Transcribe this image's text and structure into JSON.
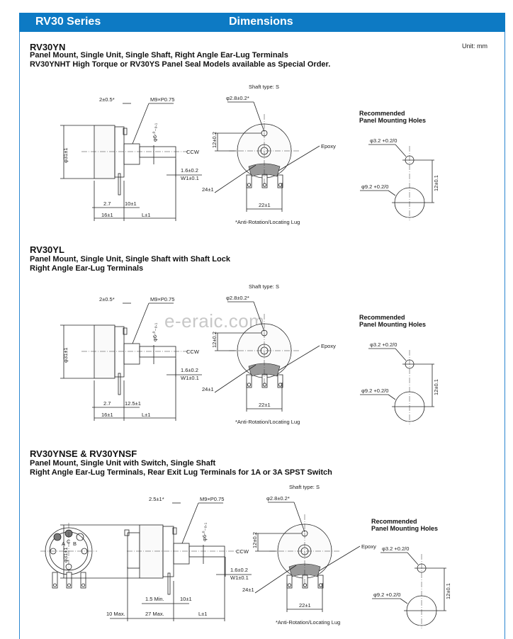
{
  "header": {
    "series": "RV30 Series",
    "title": "Dimensions"
  },
  "unit": "Unit: mm",
  "watermark": "e-eraic.com",
  "sections": [
    {
      "title": "RV30YN",
      "lines": [
        "Panel Mount, Single Unit, Single Shaft, Right Angle Ear-Lug Terminals",
        "RV30YNHT High Torque or RV30YS Panel Seal Models available as Special Order."
      ],
      "side": {
        "lug": "2±0.5*",
        "thread": "M9×P0.75",
        "dia": "φ31±1",
        "shaft_dia": "φ6-⁰₋₀.₁",
        "ccw": "CCW",
        "flat": "1.6±0.2",
        "w": "W1±0.1",
        "d1": "2.7",
        "d2": "10±1",
        "d3": "16±1",
        "d4": "L±1"
      },
      "rear": {
        "shaft_type": "Shaft type: S",
        "hole": "φ2.8±0.2*",
        "offset": "12±0.2",
        "epoxy": "Epoxy",
        "radius": "24±1",
        "span": "22±1",
        "note": "*Anti-Rotation/Locating Lug"
      },
      "mount": {
        "title1": "Recommended",
        "title2": "Panel Mounting Holes",
        "small": "φ3.2 +0.2/0",
        "large": "φ9.2 +0.2/0",
        "spacing": "12±0.1"
      }
    },
    {
      "title": "RV30YL",
      "lines": [
        "Panel Mount, Single Unit, Single Shaft with Shaft Lock",
        "Right Angle Ear-Lug Terminals"
      ],
      "side": {
        "lug": "2±0.5*",
        "thread": "M9×P0.75",
        "dia": "φ31±1",
        "shaft_dia": "φ6-⁰₋₀.₁",
        "ccw": "CCW",
        "flat": "1.6±0.2",
        "w": "W1±0.1",
        "d1": "2.7",
        "d2": "12.5±1",
        "d3": "16±1",
        "d4": "L±1"
      },
      "rear": {
        "shaft_type": "Shaft type: S",
        "hole": "φ2.8±0.2*",
        "offset": "12±0.2",
        "epoxy": "Epoxy",
        "radius": "24±1",
        "span": "22±1",
        "note": "*Anti-Rotation/Locating Lug"
      },
      "mount": {
        "title1": "Recommended",
        "title2": "Panel Mounting Holes",
        "small": "φ3.2 +0.2/0",
        "large": "φ9.2 +0.2/0",
        "spacing": "12±0.1"
      }
    },
    {
      "title": "RV30YNSE & RV30YNSF",
      "lines": [
        "Panel Mount, Single Unit with Switch, Single Shaft",
        "Right Angle Ear-Lug Terminals, Rear Exit Lug Terminals for 1A or 3A SPST Switch"
      ],
      "front": {
        "a": "A",
        "c": "C",
        "b": "B"
      },
      "side": {
        "lug": "2.5±1*",
        "thread": "M9×P0.75",
        "dia": "φ31±1",
        "shaft_dia": "φ6-⁰₋₀.₁",
        "ccw": "CCW",
        "flat": "1.6±0.2",
        "w": "W1±0.1",
        "d0": "1.5 Min.",
        "d2": "10±1",
        "d5": "10 Max.",
        "d3": "27 Max.",
        "d4": "L±1"
      },
      "rear": {
        "shaft_type": "Shaft type: S",
        "hole": "φ2.8±0.2*",
        "offset": "12±0.2",
        "epoxy": "Epoxy",
        "radius": "24±1",
        "span": "22±1",
        "note": "*Anti-Rotation/Locating Lug"
      },
      "mount": {
        "title1": "Recommended",
        "title2": "Panel Mounting Holes",
        "small": "φ3.2 +0.2/0",
        "large": "φ9.2 +0.2/0",
        "spacing": "12±0.1"
      }
    }
  ]
}
